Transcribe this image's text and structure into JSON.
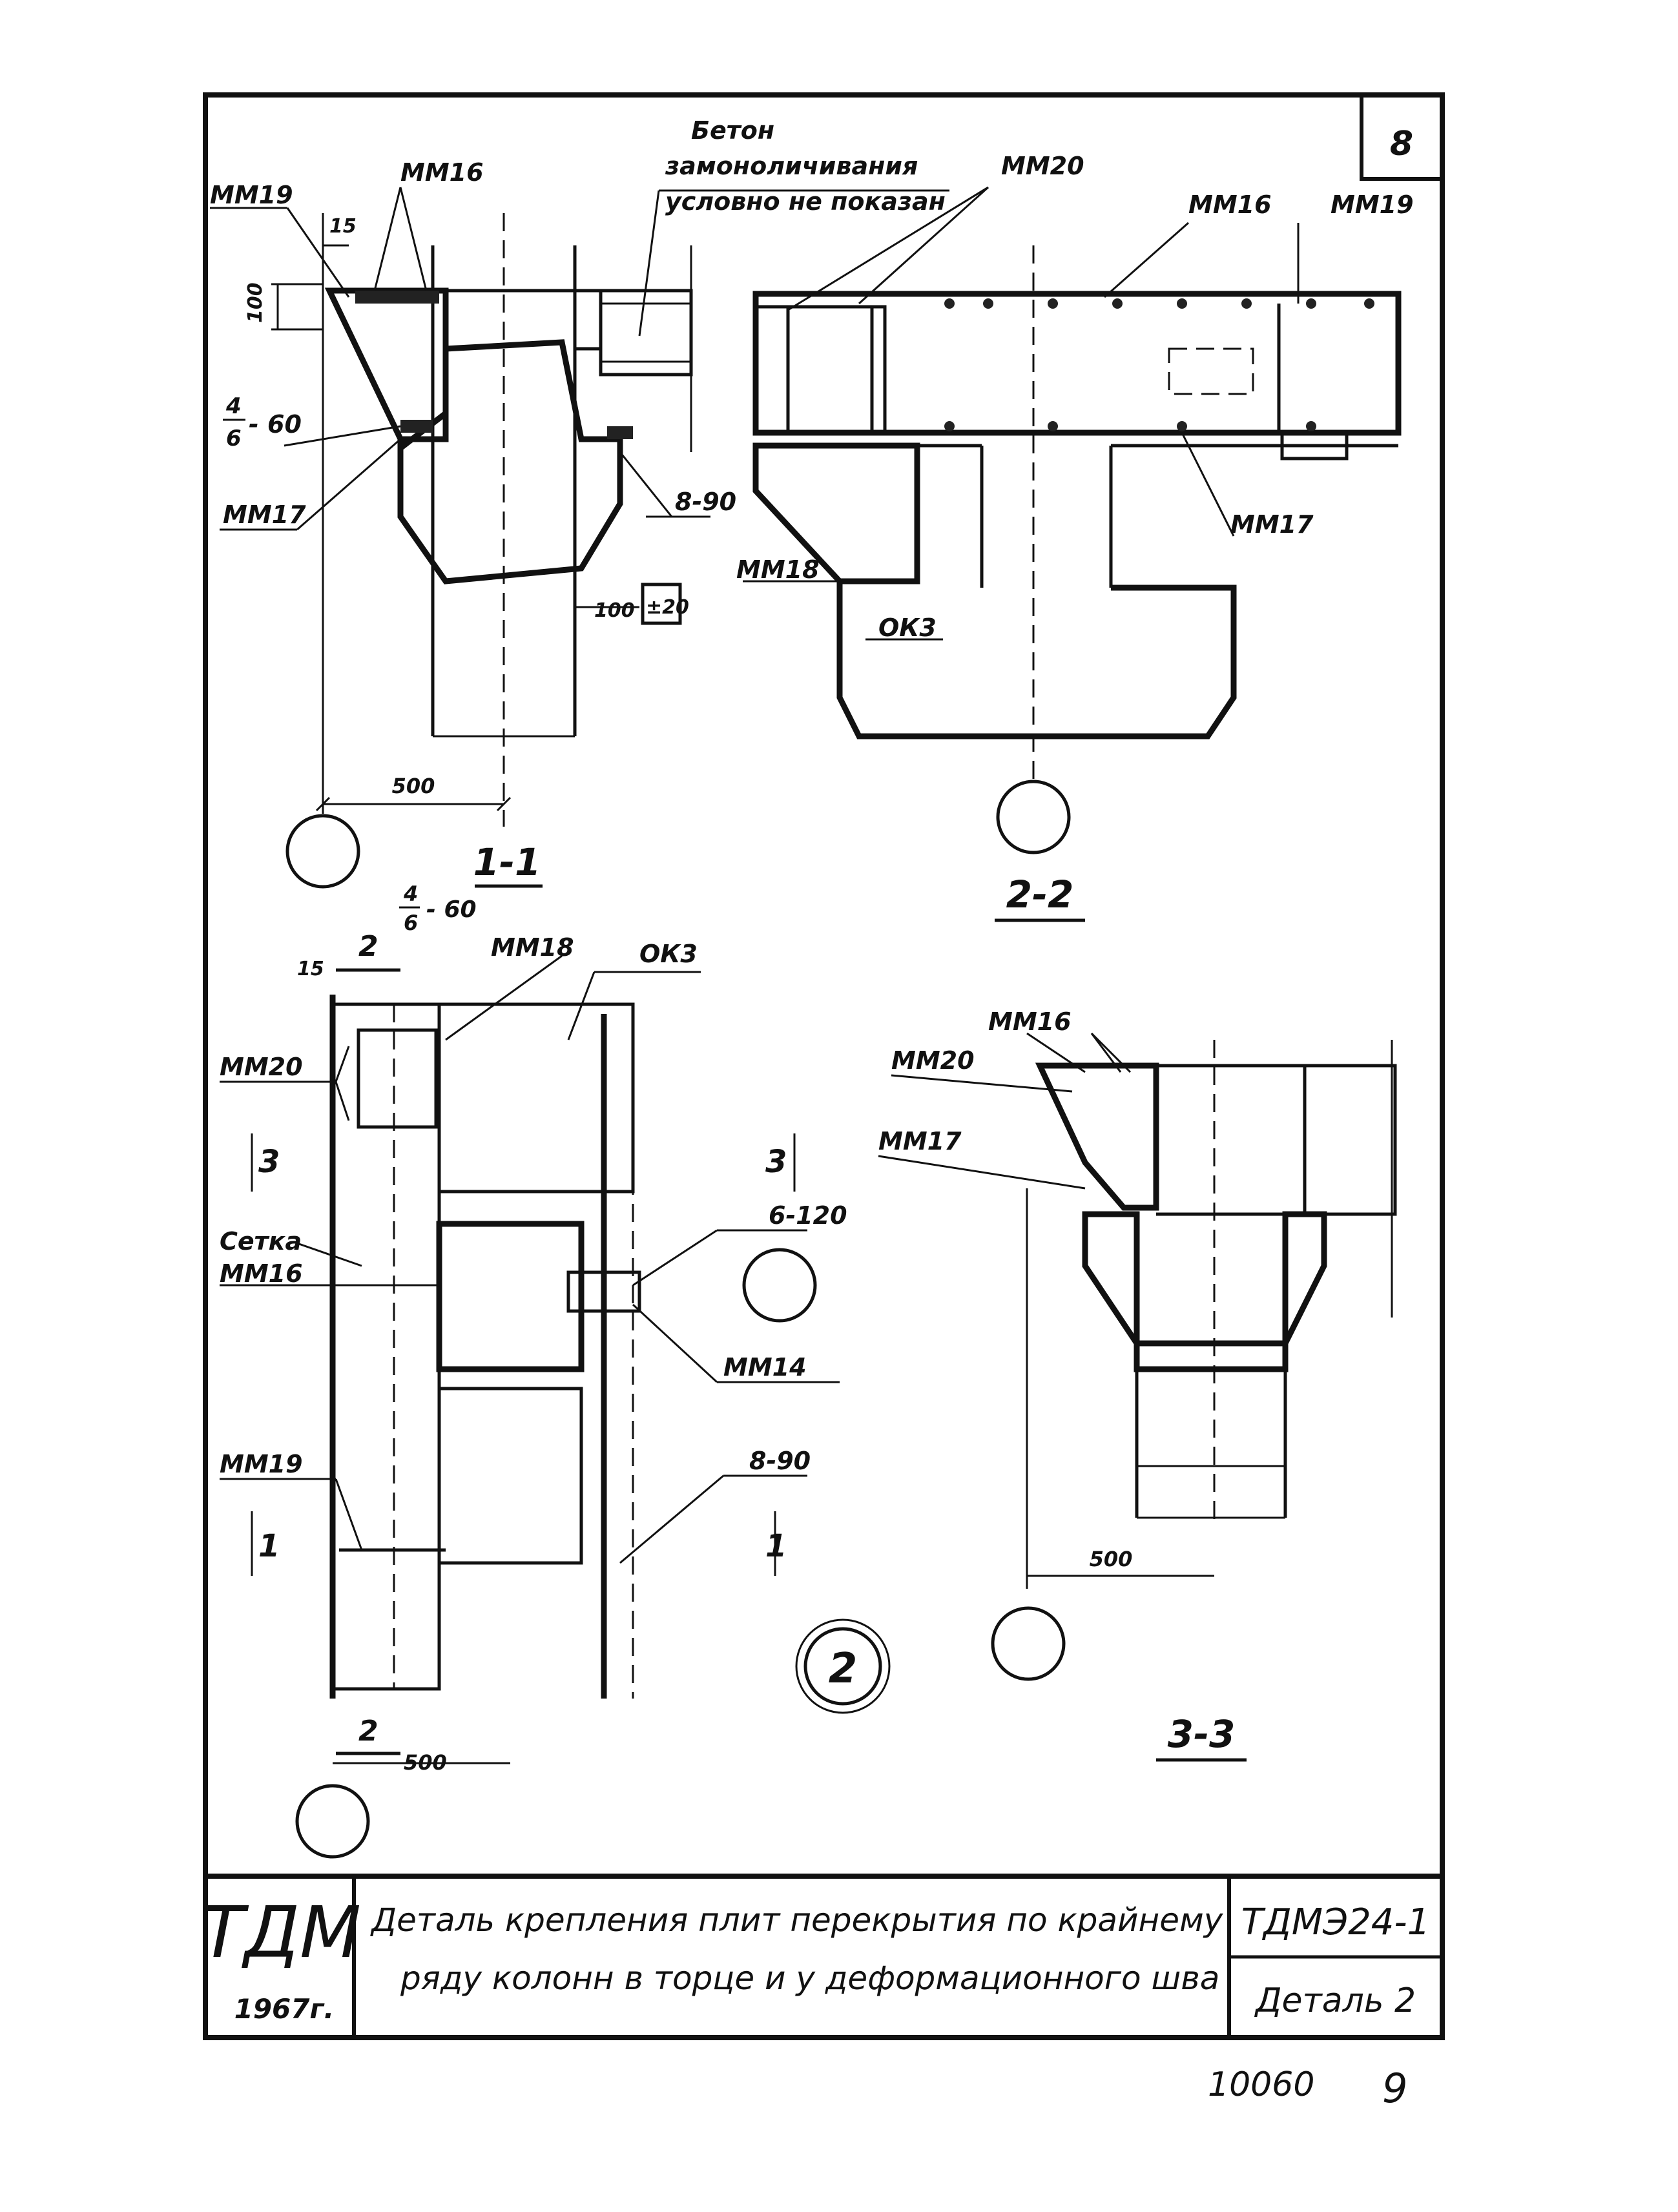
{
  "sheet_number": "8",
  "labels": {
    "concrete_note_line1": "Бетон",
    "concrete_note_line2": "замоноличивания",
    "concrete_note_line3": "условно не показан",
    "mm19": "ММ19",
    "mm16": "ММ16",
    "mm20": "ММ20",
    "mm17": "ММ17",
    "mm18": "ММ18",
    "mm14": "ММ14",
    "ok3": "ОК3",
    "setka": "Сетка",
    "weld_4_6_num": "4",
    "weld_4_6_den": "6",
    "weld_60": "- 60",
    "weld_8_90": "8-90",
    "weld_6_120": "6-120",
    "dim_15": "15",
    "dim_100": "100",
    "dim_500": "500",
    "dim_pm20": "±20"
  },
  "sections": {
    "s11": "1-1",
    "s22": "2-2",
    "s33": "3-3",
    "cut2": "2",
    "cut3": "3",
    "cut1": "1",
    "detail_no": "2"
  },
  "title_block": {
    "org": "ТДМ",
    "year": "1967г.",
    "title_line1": "Деталь крепления плит перекрытия по крайнему",
    "title_line2": "ряду колонн в торце и у деформационного шва",
    "code": "ТДМЭ24-1",
    "detail": "Деталь 2"
  },
  "footer": {
    "doc_number": "10060",
    "page": "9"
  }
}
